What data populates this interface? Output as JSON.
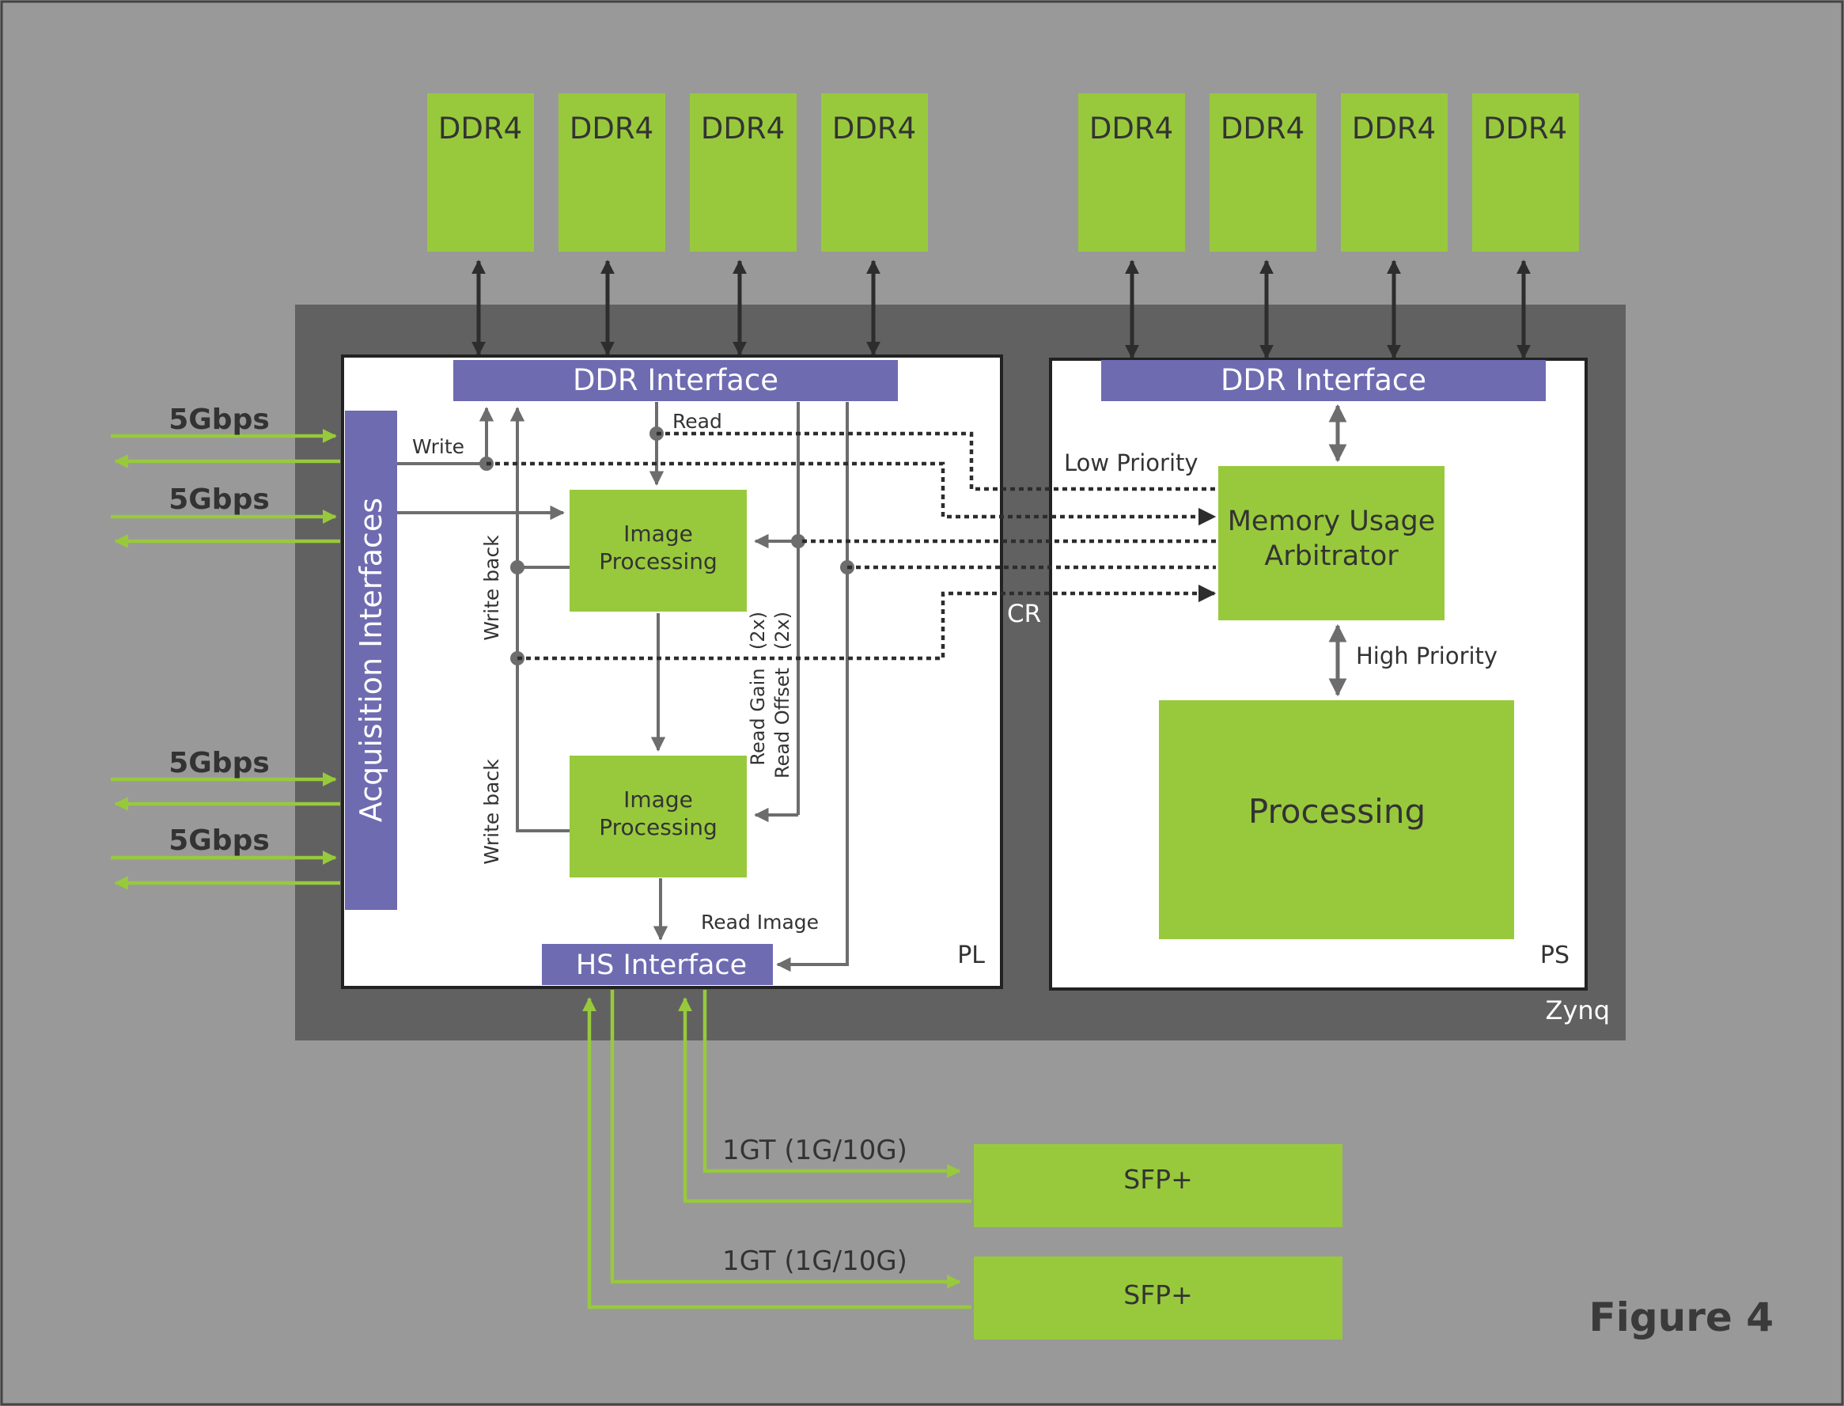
{
  "ddr_modules": [
    "DDR4",
    "DDR4",
    "DDR4",
    "DDR4",
    "DDR4",
    "DDR4",
    "DDR4",
    "DDR4"
  ],
  "zynq": {
    "label": "Zynq"
  },
  "pl": {
    "label": "PL",
    "ddr_interface": "DDR Interface",
    "acquisition": "Acquisition Interfaces",
    "image_processing_1": [
      "Image",
      "Processing"
    ],
    "image_processing_2": [
      "Image",
      "Processing"
    ],
    "hs_interface": "HS Interface",
    "labels": {
      "read": "Read",
      "write": "Write",
      "write_back_1": "Write back",
      "write_back_2": "Write back",
      "read_gain": "Read Gain",
      "read_gain_mult": "(2x)",
      "read_offset": "Read Offset",
      "read_offset_mult": "(2x)",
      "read_image": "Read Image"
    }
  },
  "ps": {
    "label": "PS",
    "ddr_interface": "DDR Interface",
    "arbitrator": [
      "Memory Usage",
      "Arbitrator"
    ],
    "processing": "Processing",
    "low_priority": "Low Priority",
    "high_priority": "High Priority"
  },
  "cr_label": "CR",
  "links": [
    "5Gbps",
    "5Gbps",
    "5Gbps",
    "5Gbps"
  ],
  "sfp": [
    {
      "link": "1GT (1G/10G)",
      "label": "SFP+"
    },
    {
      "link": "1GT (1G/10G)",
      "label": "SFP+"
    }
  ],
  "figure_label": "Figure 4",
  "colors": {
    "background": "#999999",
    "zynq": "#616161",
    "green": "#98c93c",
    "purple": "#6e6bb1",
    "arrow_dark": "#2d2d2d",
    "arrow_gray": "#6d6d6d",
    "arrow_green": "#98c93c"
  }
}
